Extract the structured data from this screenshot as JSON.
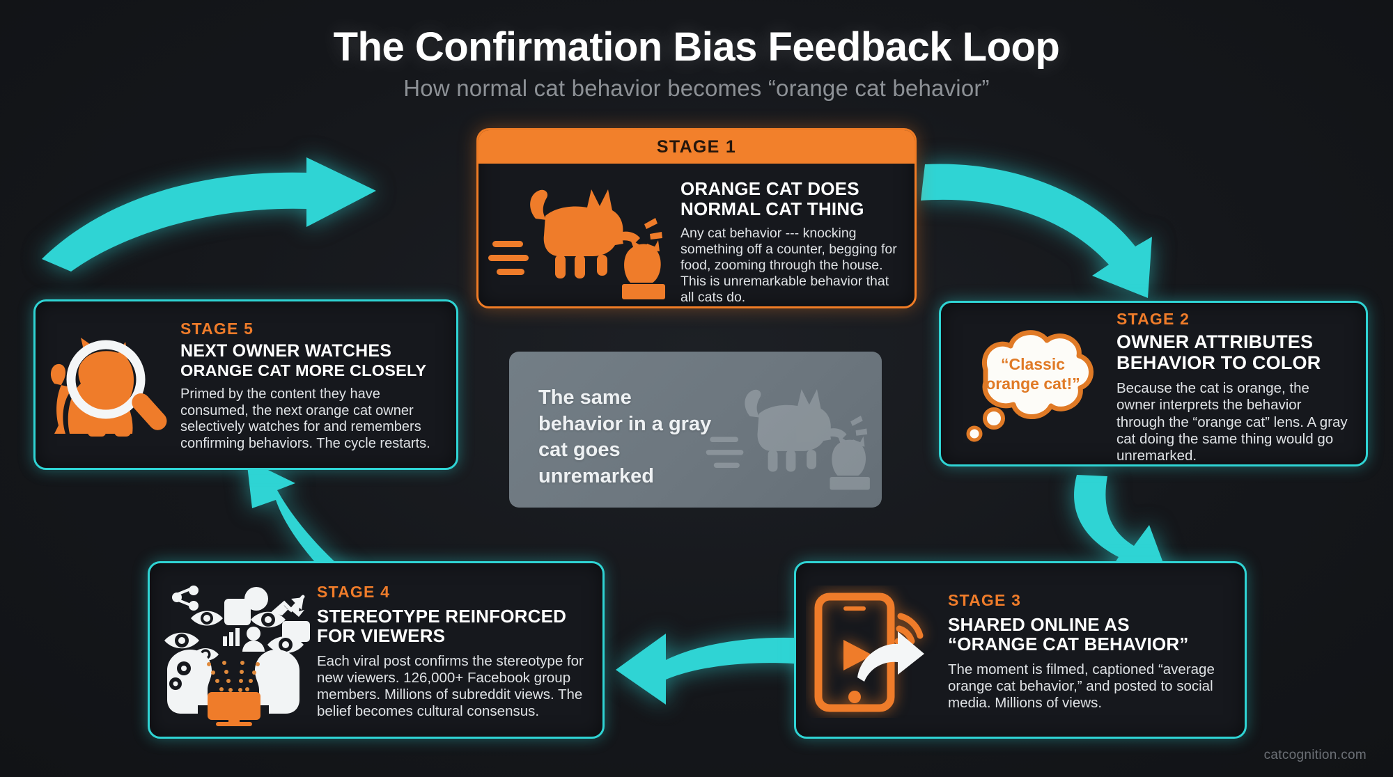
{
  "header": {
    "title": "The Confirmation Bias Feedback Loop",
    "subtitle": "How normal cat behavior becomes “orange cat behavior”"
  },
  "footer": {
    "source": "catcognition.com"
  },
  "colors": {
    "background": "#16181c",
    "accent_orange": "#f07c25",
    "accent_cyan": "#2fd4d4",
    "card_fill": "#16181d",
    "center_panel": "#6d777f",
    "heading_white": "#ffffff",
    "body_text": "#dfe2e5",
    "subtitle_gray": "#8d9196",
    "stage_label_orange": "#ef7c2a",
    "banner_text": "#24160c"
  },
  "stages": [
    {
      "id": "stage1",
      "label": "STAGE 1",
      "heading_line1": "ORANGE CAT DOES",
      "heading_line2": "NORMAL CAT THING",
      "body": "Any cat behavior --- knocking something off a counter, begging for food, zooming through the house. This is unremarkable behavior that all cats do.",
      "icon": "orange-cat-knocking-object-icon",
      "accent": "orange"
    },
    {
      "id": "stage2",
      "label": "STAGE 2",
      "heading_line1": "OWNER ATTRIBUTES",
      "heading_line2": "BEHAVIOR TO COLOR",
      "body": "Because the cat is orange, the owner interprets the behavior through the “orange cat” lens. A gray cat doing the same thing would go unremarked.",
      "icon": "thought-bubble-icon",
      "bubble_line1": "“Classic",
      "bubble_line2": "orange cat!”",
      "accent": "cyan"
    },
    {
      "id": "stage3",
      "label": "STAGE 3",
      "heading_line1": "SHARED ONLINE AS",
      "heading_line2": "“ORANGE CAT BEHAVIOR”",
      "body": "The moment is filmed, captioned “average orange cat behavior,” and posted to social media. Millions of views.",
      "icon": "phone-share-broadcast-icon",
      "accent": "cyan"
    },
    {
      "id": "stage4",
      "label": "STAGE 4",
      "heading_line1": "STEREOTYPE REINFORCED",
      "heading_line2": "FOR VIEWERS",
      "body": "Each viral post confirms the stereotype for new viewers. 126,000+ Facebook group members. Millions of subreddit views. The belief becomes cultural consensus.",
      "icon": "social-virality-eyes-monitor-icon",
      "accent": "cyan"
    },
    {
      "id": "stage5",
      "label": "STAGE 5",
      "heading_line1": "NEXT OWNER WATCHES",
      "heading_line2": "ORANGE CAT MORE CLOSELY",
      "body": "Primed by the content they have consumed, the next orange cat owner selectively watches for and remembers confirming behaviors. The cycle restarts.",
      "icon": "magnifier-over-cat-icon",
      "accent": "cyan"
    }
  ],
  "center_panel": {
    "text": "The same behavior in a gray cat goes unremarked",
    "icon": "gray-cat-knocking-object-icon"
  },
  "arrows": [
    {
      "name": "arrow-stage5-to-stage1",
      "direction": "up-right",
      "color": "#2fd4d4"
    },
    {
      "name": "arrow-stage1-to-stage2",
      "direction": "down-right",
      "color": "#2fd4d4"
    },
    {
      "name": "arrow-stage2-to-stage3",
      "direction": "down",
      "color": "#2fd4d4"
    },
    {
      "name": "arrow-stage3-to-stage4",
      "direction": "left",
      "color": "#2fd4d4"
    },
    {
      "name": "arrow-stage4-to-stage5",
      "direction": "up-left",
      "color": "#2fd4d4"
    }
  ]
}
